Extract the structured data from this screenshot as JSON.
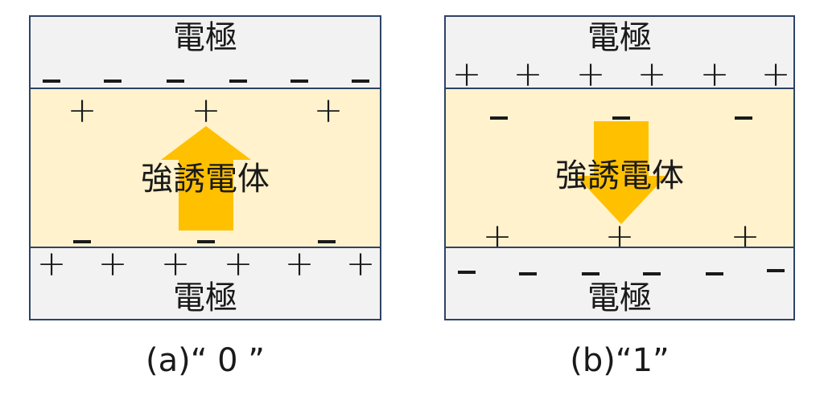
{
  "panel_a": {
    "top_electrode_label": "電極",
    "bottom_electrode_label": "電極",
    "ferroelectric_label": "強誘電体",
    "caption": "(a)“ 0 ”",
    "arrow_direction": "up",
    "arrow_color": "#ffc000"
  },
  "panel_b": {
    "top_electrode_label": "電極",
    "bottom_electrode_label": "電極",
    "ferroelectric_label": "強誘電体",
    "caption": "(b)“1”",
    "arrow_direction": "down",
    "arrow_color": "#ffc000"
  },
  "symbols": {
    "plus": "+",
    "minus": "−"
  },
  "colors": {
    "electrode_fill": "#f2f2f2",
    "ferroelectric_fill": "#fff2cc",
    "border": "#2e4365"
  }
}
